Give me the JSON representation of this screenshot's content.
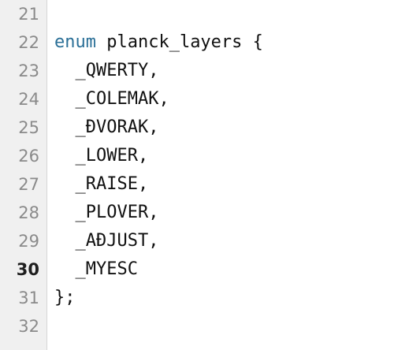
{
  "editor": {
    "current_line": "30",
    "lines": [
      {
        "num": "21",
        "indent": "",
        "keyword": "",
        "text": ""
      },
      {
        "num": "22",
        "indent": "",
        "keyword": "enum",
        "text": " planck_layers {"
      },
      {
        "num": "23",
        "indent": "  ",
        "keyword": "",
        "text": "_QWERTY,"
      },
      {
        "num": "24",
        "indent": "  ",
        "keyword": "",
        "text": "_COLEMAK,"
      },
      {
        "num": "25",
        "indent": "  ",
        "keyword": "",
        "text": "_ÐVORAK,"
      },
      {
        "num": "26",
        "indent": "  ",
        "keyword": "",
        "text": "_LOWER,"
      },
      {
        "num": "27",
        "indent": "  ",
        "keyword": "",
        "text": "_RAISE,"
      },
      {
        "num": "28",
        "indent": "  ",
        "keyword": "",
        "text": "_PLOVER,"
      },
      {
        "num": "29",
        "indent": "  ",
        "keyword": "",
        "text": "_AÐJUST,"
      },
      {
        "num": "30",
        "indent": "  ",
        "keyword": "",
        "text": "_MYESC"
      },
      {
        "num": "31",
        "indent": "",
        "keyword": "",
        "text": "};"
      },
      {
        "num": "32",
        "indent": "",
        "keyword": "",
        "text": ""
      }
    ]
  },
  "colors": {
    "keyword": "#2a6f97",
    "gutter_background": "#f0f0f0"
  }
}
